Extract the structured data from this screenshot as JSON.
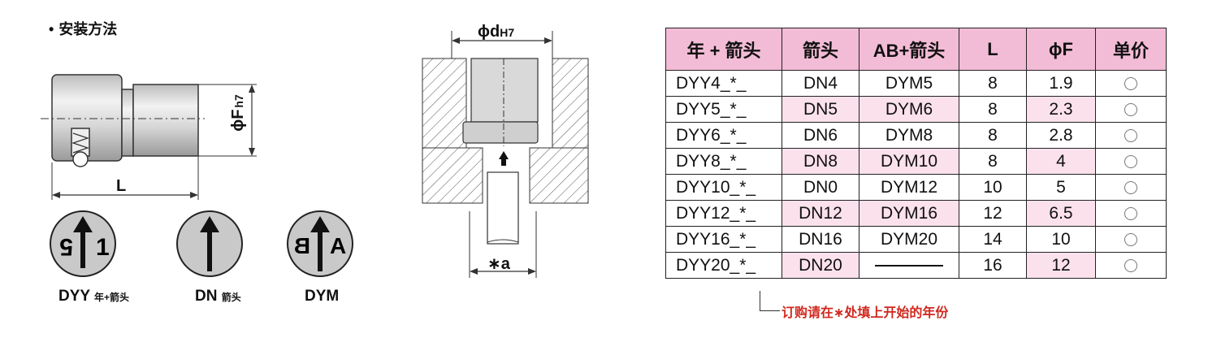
{
  "install": {
    "bullet": "•",
    "title": "安装方法"
  },
  "labels": {
    "phi_f": "ϕF",
    "phi_f_tol": "h7",
    "length": "L",
    "phi_d": "ϕd",
    "phi_d_tol": "H7",
    "a_star": "∗a"
  },
  "badges": [
    {
      "name": "DYY",
      "sub": "年+箭头",
      "left_num": "5",
      "right_num": "1"
    },
    {
      "name": "DN",
      "sub": "箭头"
    },
    {
      "name": "DYM",
      "left_letter": "B",
      "right_letter": "A"
    }
  ],
  "table": {
    "headers": [
      "年 + 箭头",
      "箭头",
      "AB+箭头",
      "L",
      "ϕF",
      "单价"
    ],
    "rows": [
      {
        "model": "DYY4_*_",
        "dn": "DN4",
        "dym": "DYM5",
        "l": "8",
        "f": "1.9"
      },
      {
        "model": "DYY5_*_",
        "dn": "DN5",
        "dym": "DYM6",
        "l": "8",
        "f": "2.3"
      },
      {
        "model": "DYY6_*_",
        "dn": "DN6",
        "dym": "DYM8",
        "l": "8",
        "f": "2.8"
      },
      {
        "model": "DYY8_*_",
        "dn": "DN8",
        "dym": "DYM10",
        "l": "8",
        "f": "4"
      },
      {
        "model": "DYY10_*_",
        "dn": "DN0",
        "dym": "DYM12",
        "l": "10",
        "f": "5"
      },
      {
        "model": "DYY12_*_",
        "dn": "DN12",
        "dym": "DYM16",
        "l": "12",
        "f": "6.5"
      },
      {
        "model": "DYY16_*_",
        "dn": "DN16",
        "dym": "DYM20",
        "l": "14",
        "f": "10"
      },
      {
        "model": "DYY20_*_",
        "dn": "DN20",
        "dym": "",
        "l": "16",
        "f": "12"
      }
    ],
    "note": "订购请在∗处填上开始的年份"
  },
  "colors": {
    "header_pink": "#f3bcd6",
    "cell_pink": "#fbe1ec",
    "note_red": "#d0281e",
    "badge_gray": "#c9c9c9"
  }
}
